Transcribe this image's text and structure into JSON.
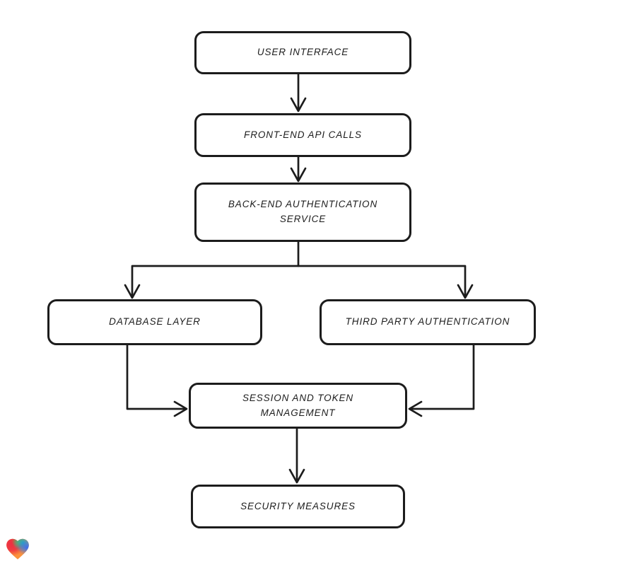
{
  "diagram": {
    "stroke_color": "#1c1c1c",
    "node_fill": "#ffffff",
    "background": "#ffffff",
    "nodes": [
      {
        "id": "user-interface",
        "label": "USER INTERFACE"
      },
      {
        "id": "front-end-api-calls",
        "label": "FRONT-END API CALLS"
      },
      {
        "id": "back-end-authentication-service",
        "label": "BACK-END AUTHENTICATION SERVICE"
      },
      {
        "id": "database-layer",
        "label": "DATABASE LAYER"
      },
      {
        "id": "third-party-authentication",
        "label": "THIRD PARTY AUTHENTICATION"
      },
      {
        "id": "session-and-token-management",
        "label": "SESSION AND TOKEN MANAGEMENT"
      },
      {
        "id": "security-measures",
        "label": "SECURITY MEASURES"
      }
    ],
    "edges": [
      {
        "from": "user-interface",
        "to": "front-end-api-calls"
      },
      {
        "from": "front-end-api-calls",
        "to": "back-end-authentication-service"
      },
      {
        "from": "back-end-authentication-service",
        "to": "database-layer"
      },
      {
        "from": "back-end-authentication-service",
        "to": "third-party-authentication"
      },
      {
        "from": "database-layer",
        "to": "session-and-token-management"
      },
      {
        "from": "third-party-authentication",
        "to": "session-and-token-management"
      },
      {
        "from": "session-and-token-management",
        "to": "security-measures"
      }
    ]
  },
  "branding": {
    "logo": "heart-gradient-icon",
    "logo_colors": {
      "red": "#ed2d43",
      "green": "#65b547",
      "teal_blue": "#2196d9",
      "blue": "#3b6ef0",
      "orange": "#fb923c"
    }
  }
}
